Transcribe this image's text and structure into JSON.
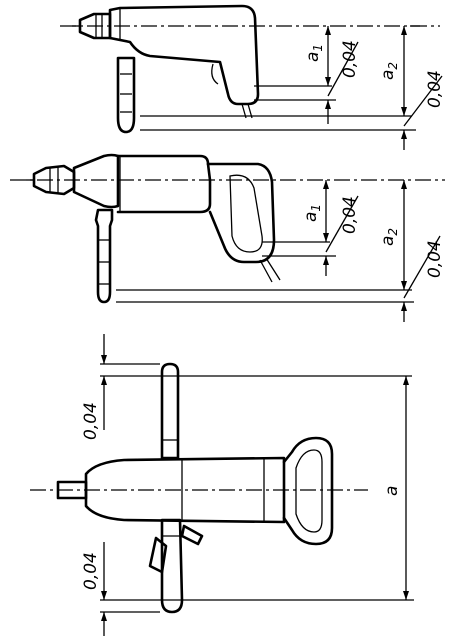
{
  "labels": {
    "tol": "0,04",
    "a": "a",
    "a1_main": "a",
    "a1_sub": "1",
    "a2_main": "a",
    "a2_sub": "2"
  },
  "colors": {
    "line": "#000000",
    "background": "#ffffff"
  }
}
